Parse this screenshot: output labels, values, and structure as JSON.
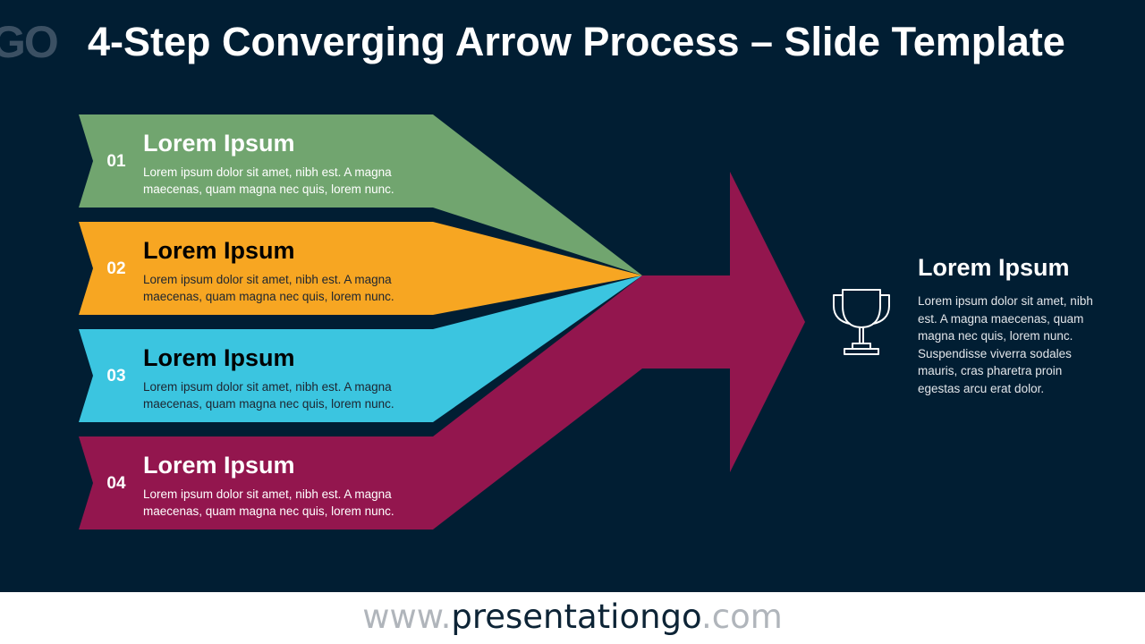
{
  "header": {
    "title": "4-Step Converging Arrow Process – Slide Template",
    "logo_fragment": "GO"
  },
  "colors": {
    "background": "#011e33",
    "step1": "#71a56f",
    "step2": "#f7a622",
    "step3": "#3bc5e0",
    "step4": "#93164e"
  },
  "steps": [
    {
      "number": "01",
      "title": "Lorem Ipsum",
      "text": "Lorem ipsum dolor sit amet, nibh est. A magna maecenas, quam magna nec quis, lorem nunc."
    },
    {
      "number": "02",
      "title": "Lorem Ipsum",
      "text": "Lorem ipsum dolor sit amet, nibh est. A magna maecenas, quam magna nec quis, lorem nunc."
    },
    {
      "number": "03",
      "title": "Lorem Ipsum",
      "text": "Lorem ipsum dolor sit amet, nibh est. A magna maecenas, quam magna nec quis, lorem nunc."
    },
    {
      "number": "04",
      "title": "Lorem Ipsum",
      "text": "Lorem ipsum dolor sit amet, nibh est. A magna maecenas, quam magna nec quis, lorem nunc."
    }
  ],
  "result": {
    "icon": "trophy-icon",
    "title": "Lorem Ipsum",
    "text": "Lorem ipsum dolor sit amet, nibh est. A magna maecenas, quam magna nec quis, lorem nunc. Suspendisse viverra sodales mauris, cras pharetra proin egestas arcu erat dolor."
  },
  "footer": {
    "prefix": "www.",
    "domain": "presentationgo",
    "suffix": ".com"
  }
}
